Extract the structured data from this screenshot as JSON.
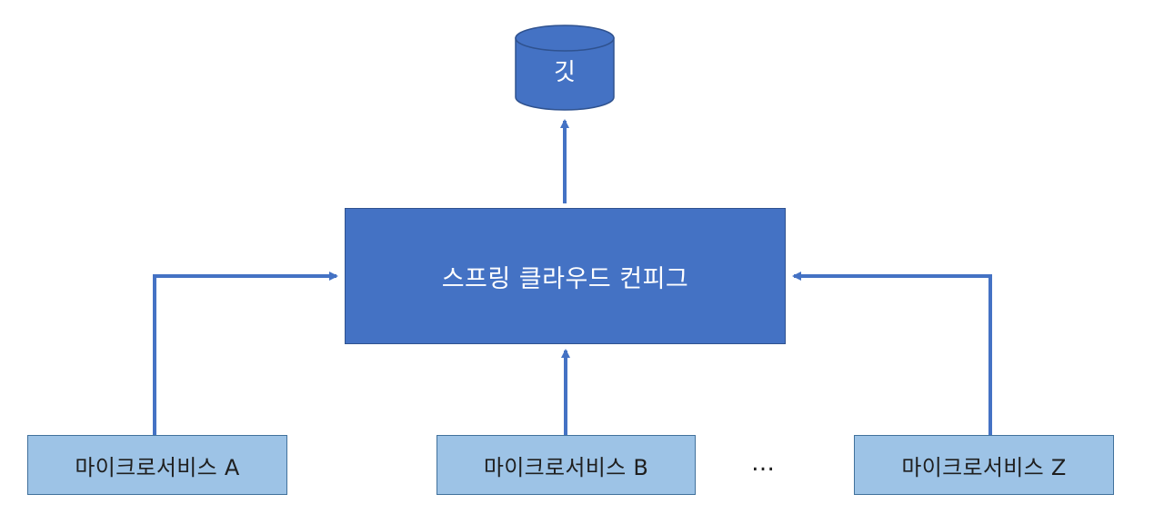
{
  "diagram": {
    "repository": {
      "label": "깃",
      "icon": "database-cylinder-icon"
    },
    "hub": {
      "label": "스프링 클라우드 컨피그"
    },
    "services": [
      {
        "label": "마이크로서비스 A"
      },
      {
        "label": "마이크로서비스 B"
      },
      {
        "label": "마이크로서비스 Z"
      }
    ],
    "ellipsis": "…",
    "colors": {
      "hub_fill": "#4472c4",
      "hub_border": "#2f528f",
      "service_fill": "#9dc3e6",
      "service_border": "#41719c",
      "connector": "#4472c4"
    }
  }
}
